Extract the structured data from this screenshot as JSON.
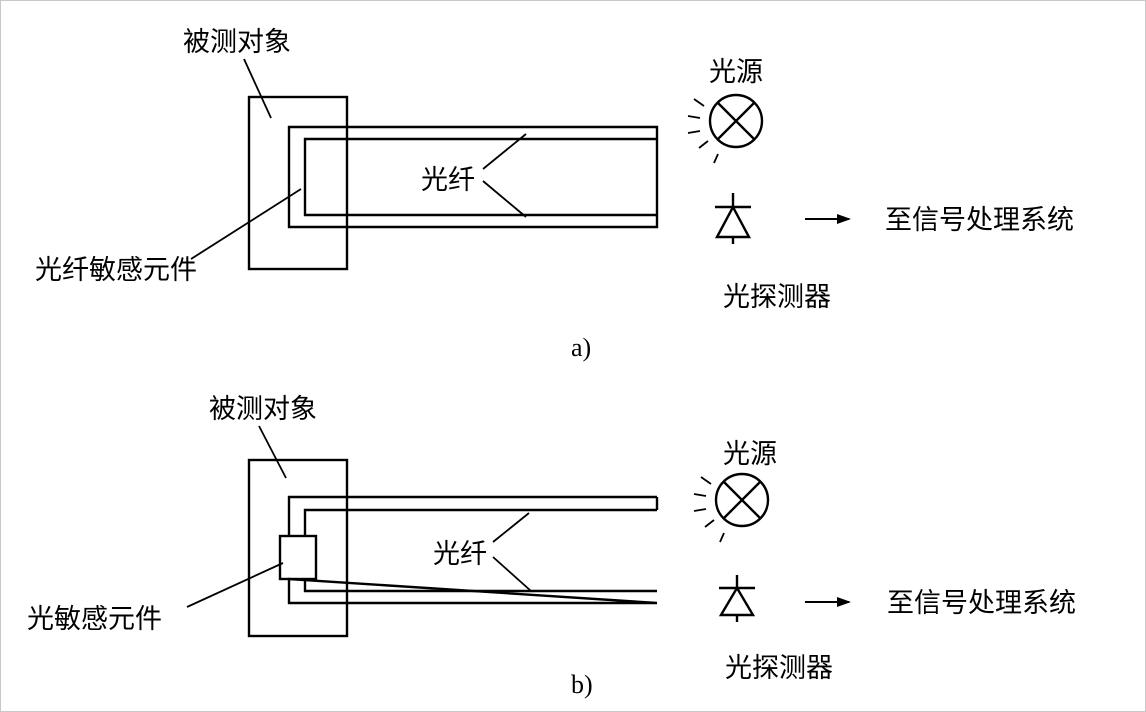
{
  "panel_a": {
    "caption": "a)",
    "object_label": "被测对象",
    "fiber_label": "光纤",
    "sensor_label": "光纤敏感元件",
    "light_source_label": "光源",
    "detector_label": "光探测器",
    "output_label": "至信号处理系统"
  },
  "panel_b": {
    "caption": "b)",
    "object_label": "被测对象",
    "fiber_label": "光纤",
    "sensor_label": "光敏感元件",
    "light_source_label": "光源",
    "detector_label": "光探测器",
    "output_label": "至信号处理系统"
  }
}
